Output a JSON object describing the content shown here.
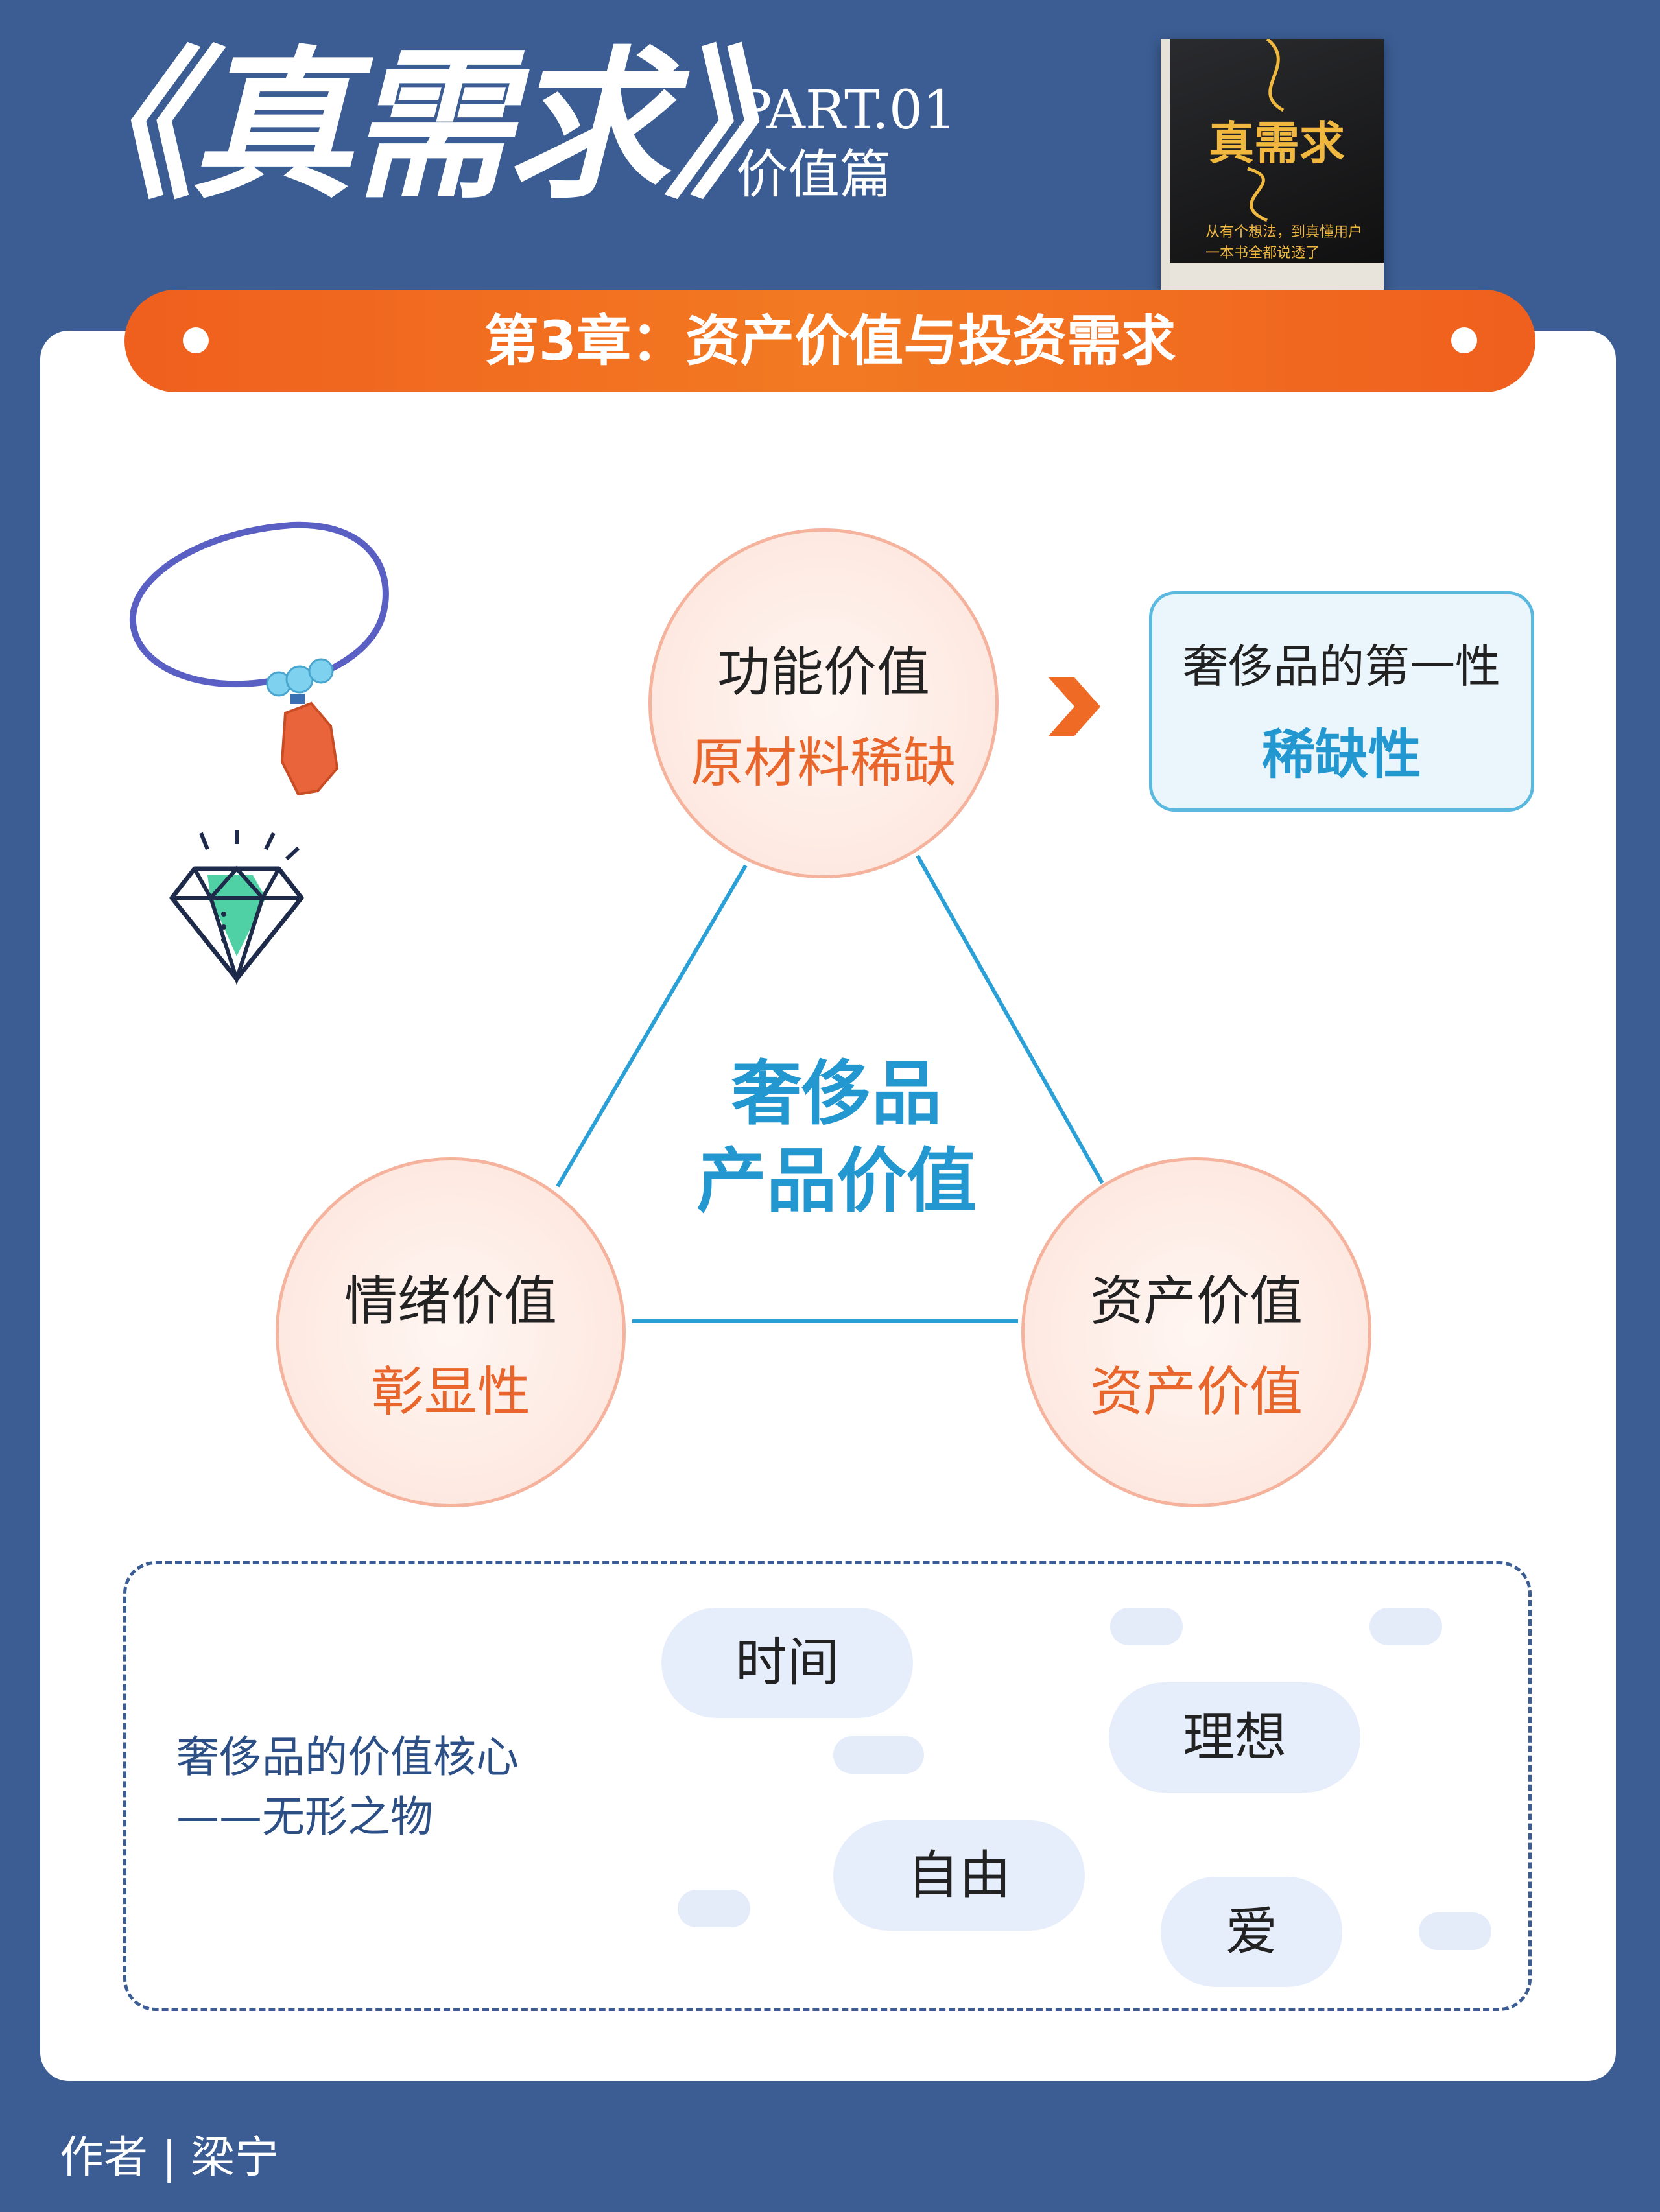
{
  "header": {
    "main_title": "《真需求》",
    "part_label": "PART.01",
    "part_sub": "价值篇"
  },
  "book": {
    "title": "真需求",
    "tagline_1": "从有个想法，到真懂用户",
    "tagline_2": "一本书全都说透了"
  },
  "banner": {
    "text": "第3章：资产价值与投资需求"
  },
  "diagram": {
    "center": [
      "奢侈品",
      "产品价值"
    ],
    "top": {
      "title": "功能价值",
      "sub": "原材料稀缺"
    },
    "left": {
      "title": "情绪价值",
      "sub": "彰显性"
    },
    "right": {
      "title": "资产价值",
      "sub": "资产价值"
    },
    "callout": {
      "title": "奢侈品的第一性",
      "value": "稀缺性"
    }
  },
  "intangible": {
    "label": [
      "奢侈品的价值核心",
      "——无形之物"
    ],
    "items": [
      "时间",
      "理想",
      "自由",
      "爱"
    ]
  },
  "footer": {
    "author": "作者 | 梁宁"
  },
  "colors": {
    "background": "#3b5d93",
    "banner": "#ef5f1e",
    "accent_blue": "#2397cf",
    "accent_orange": "#e8662b",
    "circle_fill": "#fde3da",
    "pill": "#e7eefb"
  },
  "icons": [
    "necklace-icon",
    "diamond-icon",
    "chevron-right-icon"
  ]
}
